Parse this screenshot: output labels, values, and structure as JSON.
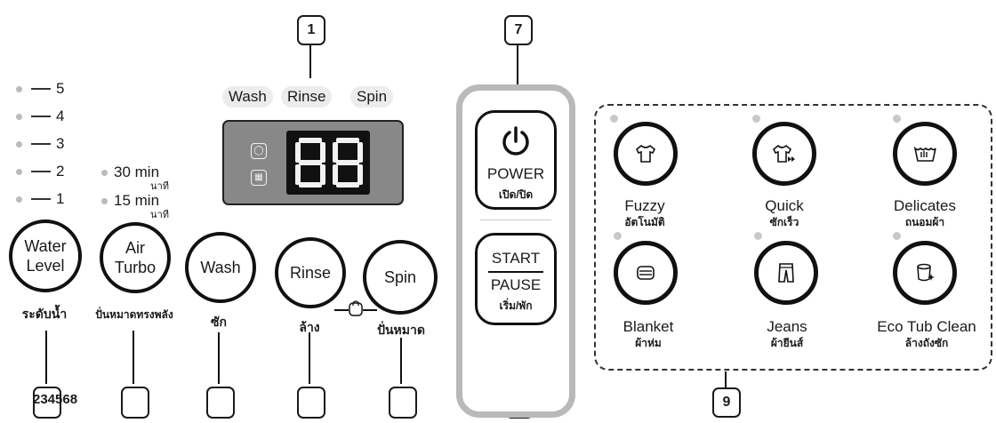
{
  "callouts": {
    "c1": "1",
    "c7": "7",
    "c9": "9"
  },
  "water_levels": [
    "5",
    "4",
    "3",
    "2",
    "1"
  ],
  "air_turbo_times": [
    {
      "time": "30 min",
      "thai": "นาที"
    },
    {
      "time": "15 min",
      "thai": "นาที"
    }
  ],
  "status_labels": [
    "Wash",
    "Rinse",
    "Spin"
  ],
  "display": {
    "digits": "88"
  },
  "buttons": {
    "water_level": {
      "line1": "Water",
      "line2": "Level",
      "thai": "ระดับน้ำ"
    },
    "air_turbo": {
      "line1": "Air",
      "line2": "Turbo",
      "thai": "ปั่นหมาดทรงพลัง"
    },
    "wash": {
      "label": "Wash",
      "thai": "ซัก"
    },
    "rinse": {
      "label": "Rinse",
      "thai": "ล้าง"
    },
    "spin": {
      "label": "Spin",
      "thai": "ปั่นหมาด"
    }
  },
  "power": {
    "label": "POWER",
    "thai": "เปิด/ปิด"
  },
  "start_pause": {
    "start": "START",
    "pause": "PAUSE",
    "thai": "เริ่ม/พัก"
  },
  "cycles": [
    {
      "name": "Fuzzy",
      "thai": "อัตโนมัติ",
      "icon": "shirt-icon"
    },
    {
      "name": "Quick",
      "thai": "ซักเร็ว",
      "icon": "quick-shirt-icon"
    },
    {
      "name": "Delicates",
      "thai": "ถนอมผ้า",
      "icon": "handwash-icon"
    },
    {
      "name": "Blanket",
      "thai": "ผ้าห่ม",
      "icon": "blanket-icon"
    },
    {
      "name": "Jeans",
      "thai": "ผ้ายีนส์",
      "icon": "jeans-icon"
    },
    {
      "name": "Eco Tub Clean",
      "thai": "ล้างถังซัก",
      "icon": "tub-clean-icon"
    }
  ],
  "badge_number": "234568"
}
